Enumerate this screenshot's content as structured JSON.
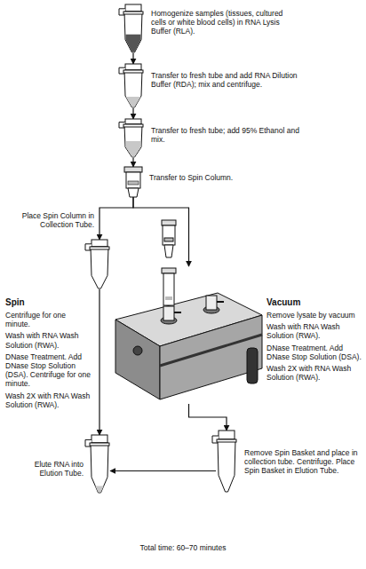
{
  "diagram": {
    "caption": "Total time: 60–70 minutes",
    "nodes": [
      {
        "text": [
          "Homogenize samples (tissues, cultured cells or white blood cells) in RNA Lysis Buffer (RLA)."
        ]
      },
      {
        "text": [
          "Transfer to fresh tube and add RNA Dilution Buffer (RDA); mix and centrifuge."
        ]
      },
      {
        "text": [
          "Transfer to fresh tube; add 95% Ethanol and mix."
        ]
      },
      {
        "text": [
          "Transfer to Spin Column."
        ]
      },
      {
        "text": [
          "Spin",
          "Centrifuge for one minute.",
          "Wash with RNA Wash Solution (RWA).",
          "DNase Treatment. Add DNase Stop Solution (DSA). Centrifuge for one minute.",
          "Wash 2X with RNA Wash Solution (RWA)."
        ]
      },
      {
        "text": [
          "Vacuum",
          "Remove lysate by vacuum",
          "Wash with RNA Wash Solution (RWA).",
          "DNase Treatment. Add DNase Stop Solution (DSA).",
          "Wash 2X with RNA Wash Solution (RWA)."
        ]
      },
      {
        "text": [
          "Remove Spin Basket and place in collection tube. Centrifuge. Place Spin Basket in Elution Tube."
        ]
      },
      {
        "text": [
          "Elute RNA into Elution Tube."
        ]
      }
    ],
    "edges": [
      {
        "from": 0,
        "to": 1,
        "arrow": "to"
      },
      {
        "from": 1,
        "to": 2,
        "arrow": "to"
      },
      {
        "from": 2,
        "to": 3,
        "arrow": "to"
      },
      {
        "from": 3,
        "to": 4,
        "arrow": "to",
        "label": "Place Spin Column in Collection Tube."
      },
      {
        "from": 3,
        "to": 5,
        "arrow": "to"
      },
      {
        "from": 5,
        "to": 6,
        "arrow": "to"
      },
      {
        "from": 4,
        "to": 7,
        "arrow": "to"
      },
      {
        "from": 6,
        "to": 7,
        "arrow": "to"
      }
    ]
  }
}
